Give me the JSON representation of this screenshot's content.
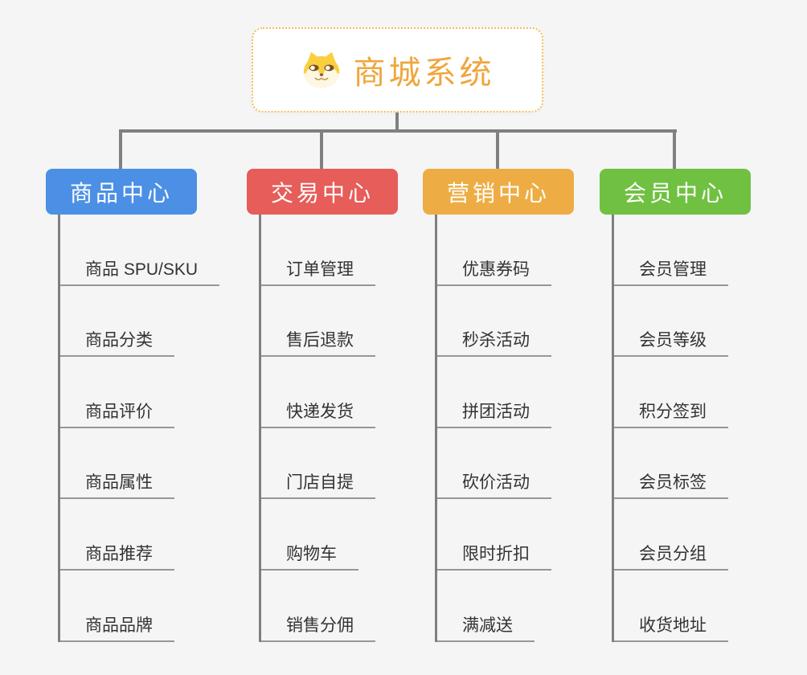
{
  "background_color": "#f5f5f6",
  "connector_color": "#808080",
  "root": {
    "title": "商城系统",
    "icon": "shiba-dog-icon",
    "text_color": "#efa63c",
    "border_color": "#f5bd55"
  },
  "branches": [
    {
      "label": "商品中心",
      "color": "#4b90e4",
      "children": [
        "商品 SPU/SKU",
        "商品分类",
        "商品评价",
        "商品属性",
        "商品推荐",
        "商品品牌"
      ]
    },
    {
      "label": "交易中心",
      "color": "#e65d59",
      "children": [
        "订单管理",
        "售后退款",
        "快递发货",
        "门店自提",
        "购物车",
        "销售分佣"
      ]
    },
    {
      "label": "营销中心",
      "color": "#edad44",
      "children": [
        "优惠券码",
        "秒杀活动",
        "拼团活动",
        "砍价活动",
        "限时折扣",
        "满减送"
      ]
    },
    {
      "label": "会员中心",
      "color": "#70c142",
      "children": [
        "会员管理",
        "会员等级",
        "积分签到",
        "会员标签",
        "会员分组",
        "收货地址"
      ]
    }
  ]
}
